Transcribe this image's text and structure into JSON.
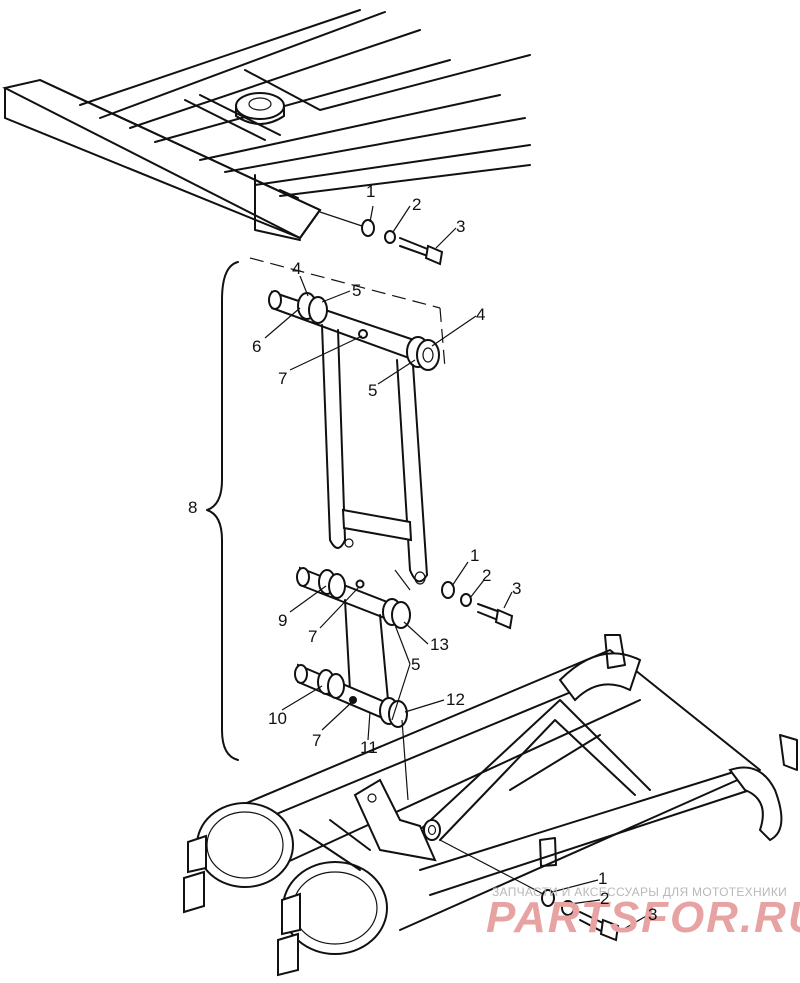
{
  "callouts": {
    "top_washer": "1",
    "top_lockwasher": "2",
    "top_bolt": "3",
    "upper_bushing_l": "4",
    "upper_spacer_l": "5",
    "upper_shaft": "6",
    "upper_grease": "7",
    "upper_bushing_r": "4",
    "upper_spacer_r": "5",
    "arm_assembly": "8",
    "mid_washer": "1",
    "mid_lockwasher": "2",
    "mid_bolt": "3",
    "lower_shaft_a": "9",
    "lower_grease_a": "7",
    "lower_bushing_a": "13",
    "lower_spacer": "5",
    "lower_shaft_b": "10",
    "lower_grease_b": "7",
    "lower_item_11": "11",
    "lower_bushing_b": "12",
    "bot_washer": "1",
    "bot_lockwasher": "2",
    "bot_bolt": "3"
  },
  "watermark": {
    "tagline": "ЗАПЧАСТИ И АКСЕССУАРЫ ДЛЯ МОТОТЕХНИКИ",
    "brand": "PARTSFOR.RU"
  }
}
